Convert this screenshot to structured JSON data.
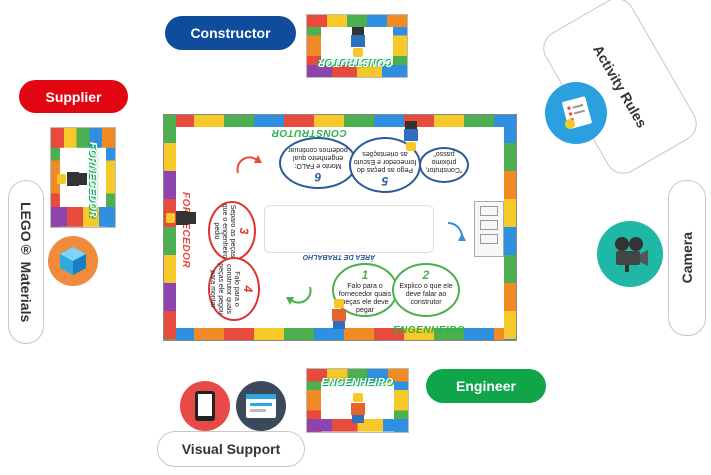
{
  "roles": {
    "constructor": "Constructor",
    "supplier": "Supplier",
    "engineer": "Engineer",
    "activity_rules": "Activity Rules",
    "camera": "Camera",
    "lego_materials": "LEGO® Materials",
    "visual_support": "Visual Support"
  },
  "cards": {
    "constructor": "CONSTRUTOR",
    "supplier": "FORNECEDOR",
    "engineer": "ENGENHEIRO"
  },
  "mat": {
    "top_label": "CONSTRUTOR",
    "left_label": "FORNECEDOR",
    "bottom_label": "ENGENHEIRO",
    "center_label": "ÁREA DE TRABALHO",
    "b1_num": "1",
    "b1_text": "Falo para o fornecedor quais peças ele deve pegar",
    "b2_num": "2",
    "b2_text": "Explico o que ele deve falar ao construtor",
    "b3_num": "3",
    "b3_text": "Separo as peças que o engenheiro pediu",
    "b4_num": "4",
    "b4_text": "Falo para o construtor quais peças ele pegou para montar",
    "b5_num": "5",
    "b5_text": "Pego as peças do fornecedor e Escuto as orientações",
    "b6_num": "6",
    "b6_text": "Monto e FALO: engenheiro qual podemos continuar",
    "b7_text": "\"Construtor, próximo passo\""
  },
  "colors": {
    "constructor": "#0f4c9c",
    "supplier": "#e20613",
    "engineer": "#11a54a"
  }
}
